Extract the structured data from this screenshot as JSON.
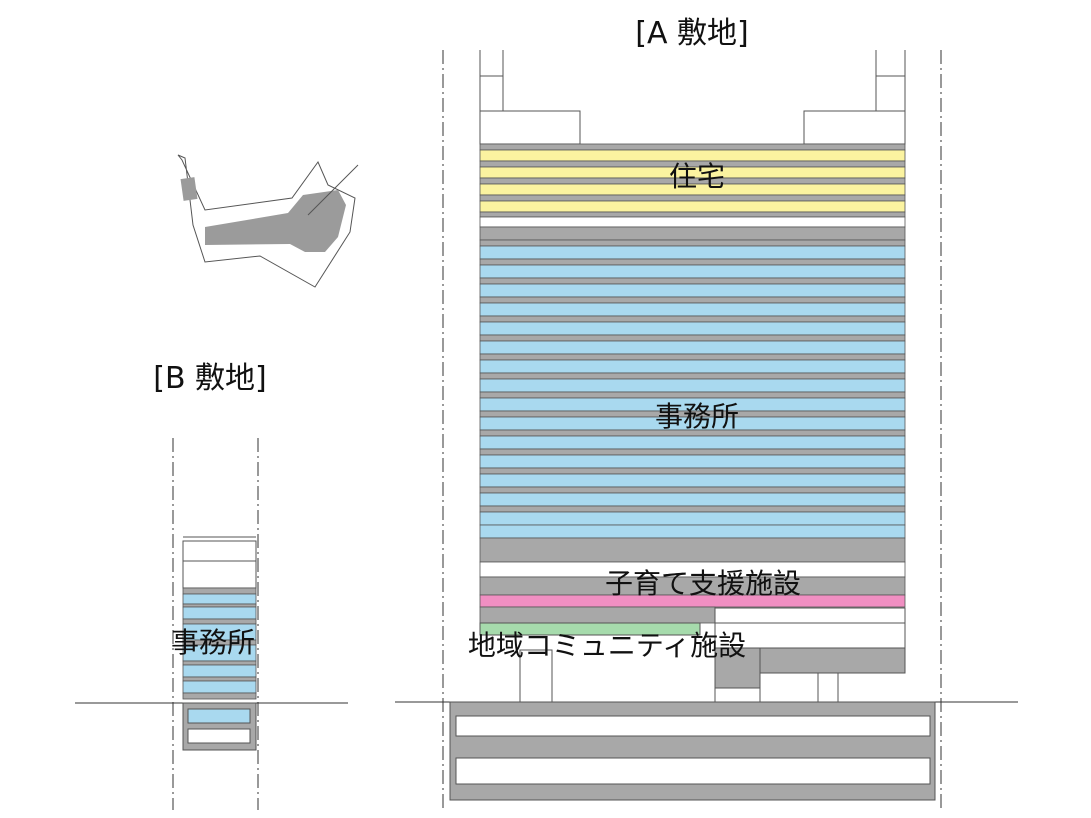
{
  "site_a": {
    "title": "[A 敷地]",
    "labels": {
      "residential": "住宅",
      "office": "事務所",
      "childcare": "子育て支援施設",
      "community": "地域コミュニティ施設"
    }
  },
  "site_b": {
    "title": "[B 敷地]",
    "labels": {
      "office": "事務所"
    }
  },
  "colors": {
    "slab": "#a8a8a8",
    "residential": "#fbf3a0",
    "office": "#a9d9ef",
    "childcare": "#f08fc2",
    "community": "#a6dbac",
    "outline": "#555555",
    "site_fill": "#9b9b9b"
  }
}
